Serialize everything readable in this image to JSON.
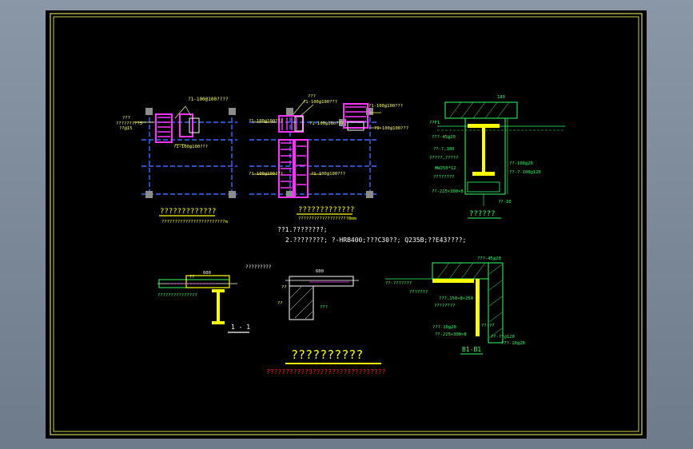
{
  "colors": {
    "background": "#000000",
    "frame": "#ffff66",
    "grid_line": "#3b6cff",
    "column": "#8c8c8c",
    "rebar": "#ff33ff",
    "green": "#33ff66",
    "yellow": "#ffff00",
    "red": "#ff2020",
    "white": "#ffffff"
  },
  "plan_left": {
    "title": "?????????????",
    "subtitle": "????????????????????????m",
    "label_top": "?1-100@100????",
    "label_left_1": "???",
    "label_left_2": "?????????5",
    "label_left_3": "??@15",
    "label_mid": "?1-100@100???"
  },
  "plan_right": {
    "title": "?????????????",
    "subtitle": "???????????????????0mm",
    "label_top_1": "???",
    "label_top_2": "?1-100@100???",
    "label_right_1": "?1-100@100???",
    "label_right_2": "?1-100@100???",
    "label_left_1": "?1-100@100???",
    "label_left_2": "?1-100@100???",
    "label_mid_1": "?1-100@100???",
    "label_mid_2": "?1-100@100???"
  },
  "section_tr": {
    "title": "??????",
    "dim_top": "180",
    "label_1": "??F1",
    "label_2": "???-45@20",
    "label_3": "??-?,100",
    "label_4": "?????,?????",
    "label_5": "HW250*12",
    "label_6": "????????",
    "label_7": "??-100@20",
    "label_8": "??-225×300×8",
    "label_9": "??-10",
    "label_10": "??-?-100@120"
  },
  "notes": {
    "line1": "??1.????????;",
    "line2": "2.????????; ?-HRB400;???C30??; Q235B;??E43????;"
  },
  "section_11": {
    "title": "1 - 1",
    "top_label": "?????????",
    "dim": "600",
    "note": "???????????????",
    "tag": "??"
  },
  "section_mid": {
    "dim": "600",
    "tag_1": "??",
    "tag_2": "???",
    "tag_3": "??"
  },
  "section_b1": {
    "title": "B1-B1",
    "label_1": "???-45@20",
    "label_2": "??-???????",
    "label_3": "???????",
    "label_4": "???,150×8×250",
    "label_5": "????????",
    "label_6": "???-10@20",
    "label_7": "??-225×300×8",
    "label_8": "??-??",
    "label_9": "??-??@120",
    "label_10": "???-10@20"
  },
  "drawing_title": {
    "main": "??????????",
    "sub": "???????????3???????????????????"
  }
}
